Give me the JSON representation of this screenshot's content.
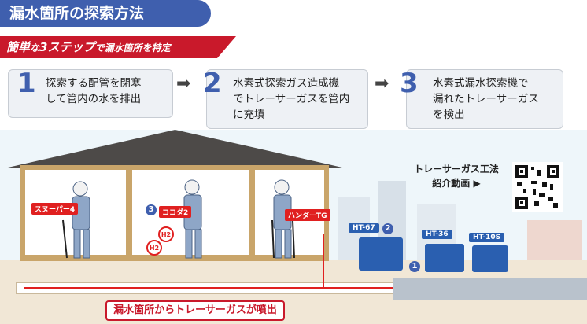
{
  "header": {
    "title": "漏水箇所の探索方法",
    "subtitle_parts": [
      "簡単",
      "な",
      "3ステップ",
      "で漏水箇所を特定"
    ]
  },
  "steps": [
    {
      "num": "1",
      "lines": [
        "探索する配管を閉塞",
        "して管内の水を排出"
      ]
    },
    {
      "num": "2",
      "lines": [
        "水素式探索ガス造成機",
        "でトレーサーガスを管内",
        "に充填"
      ]
    },
    {
      "num": "3",
      "lines": [
        "水素式漏水探索機で",
        "漏れたトレーサーガス",
        "を検出"
      ]
    }
  ],
  "scene": {
    "devices": [
      "スヌーパー4",
      "ココダ2",
      "ハンダーTG"
    ],
    "machines": [
      "HT-67",
      "HT-36",
      "HT-10S"
    ],
    "markers": [
      "1",
      "2",
      "3"
    ],
    "gas_labels": [
      "H2",
      "H2"
    ],
    "callout": "漏水箇所からトレーサーガスが噴出"
  },
  "intro_link": {
    "line1": "トレーサーガス工法",
    "line2": "紹介動画 ▶"
  },
  "colors": {
    "blue": "#3f5fae",
    "red": "#c9192b",
    "machine": "#2a5fb0"
  },
  "icons": [
    "arrow-right-icon",
    "qr-code-icon",
    "play-icon"
  ]
}
